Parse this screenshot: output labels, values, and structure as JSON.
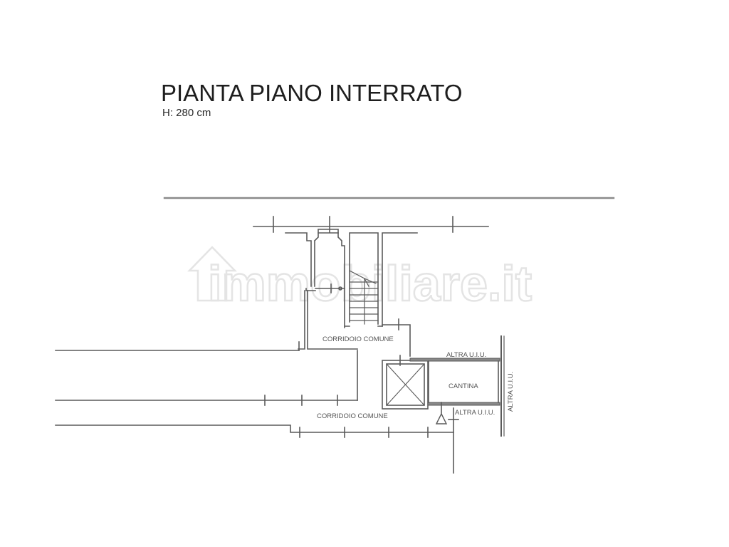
{
  "header": {
    "title": "PIANTA PIANO INTERRATO",
    "height_label": "H: 280 cm"
  },
  "watermark": {
    "text": "immobiliare.it",
    "icon": "house-icon"
  },
  "rooms": {
    "corridor_upper": "CORRIDOIO COMUNE",
    "corridor_lower": "CORRIDOIO COMUNE",
    "cellar": "CANTINA",
    "other_unit_top": "ALTRA U.I.U.",
    "other_unit_bottom": "ALTRA U.I.U.",
    "other_unit_right": "ALTRA U.I.U."
  },
  "symbols": {
    "elevator_shaft": "elevator-x-box",
    "stairs": "stair-flight",
    "level_marker": "triangle-marker"
  },
  "colors": {
    "wall": "#555555",
    "text": "#1e1e1e",
    "watermark": "#e4e4e4"
  }
}
